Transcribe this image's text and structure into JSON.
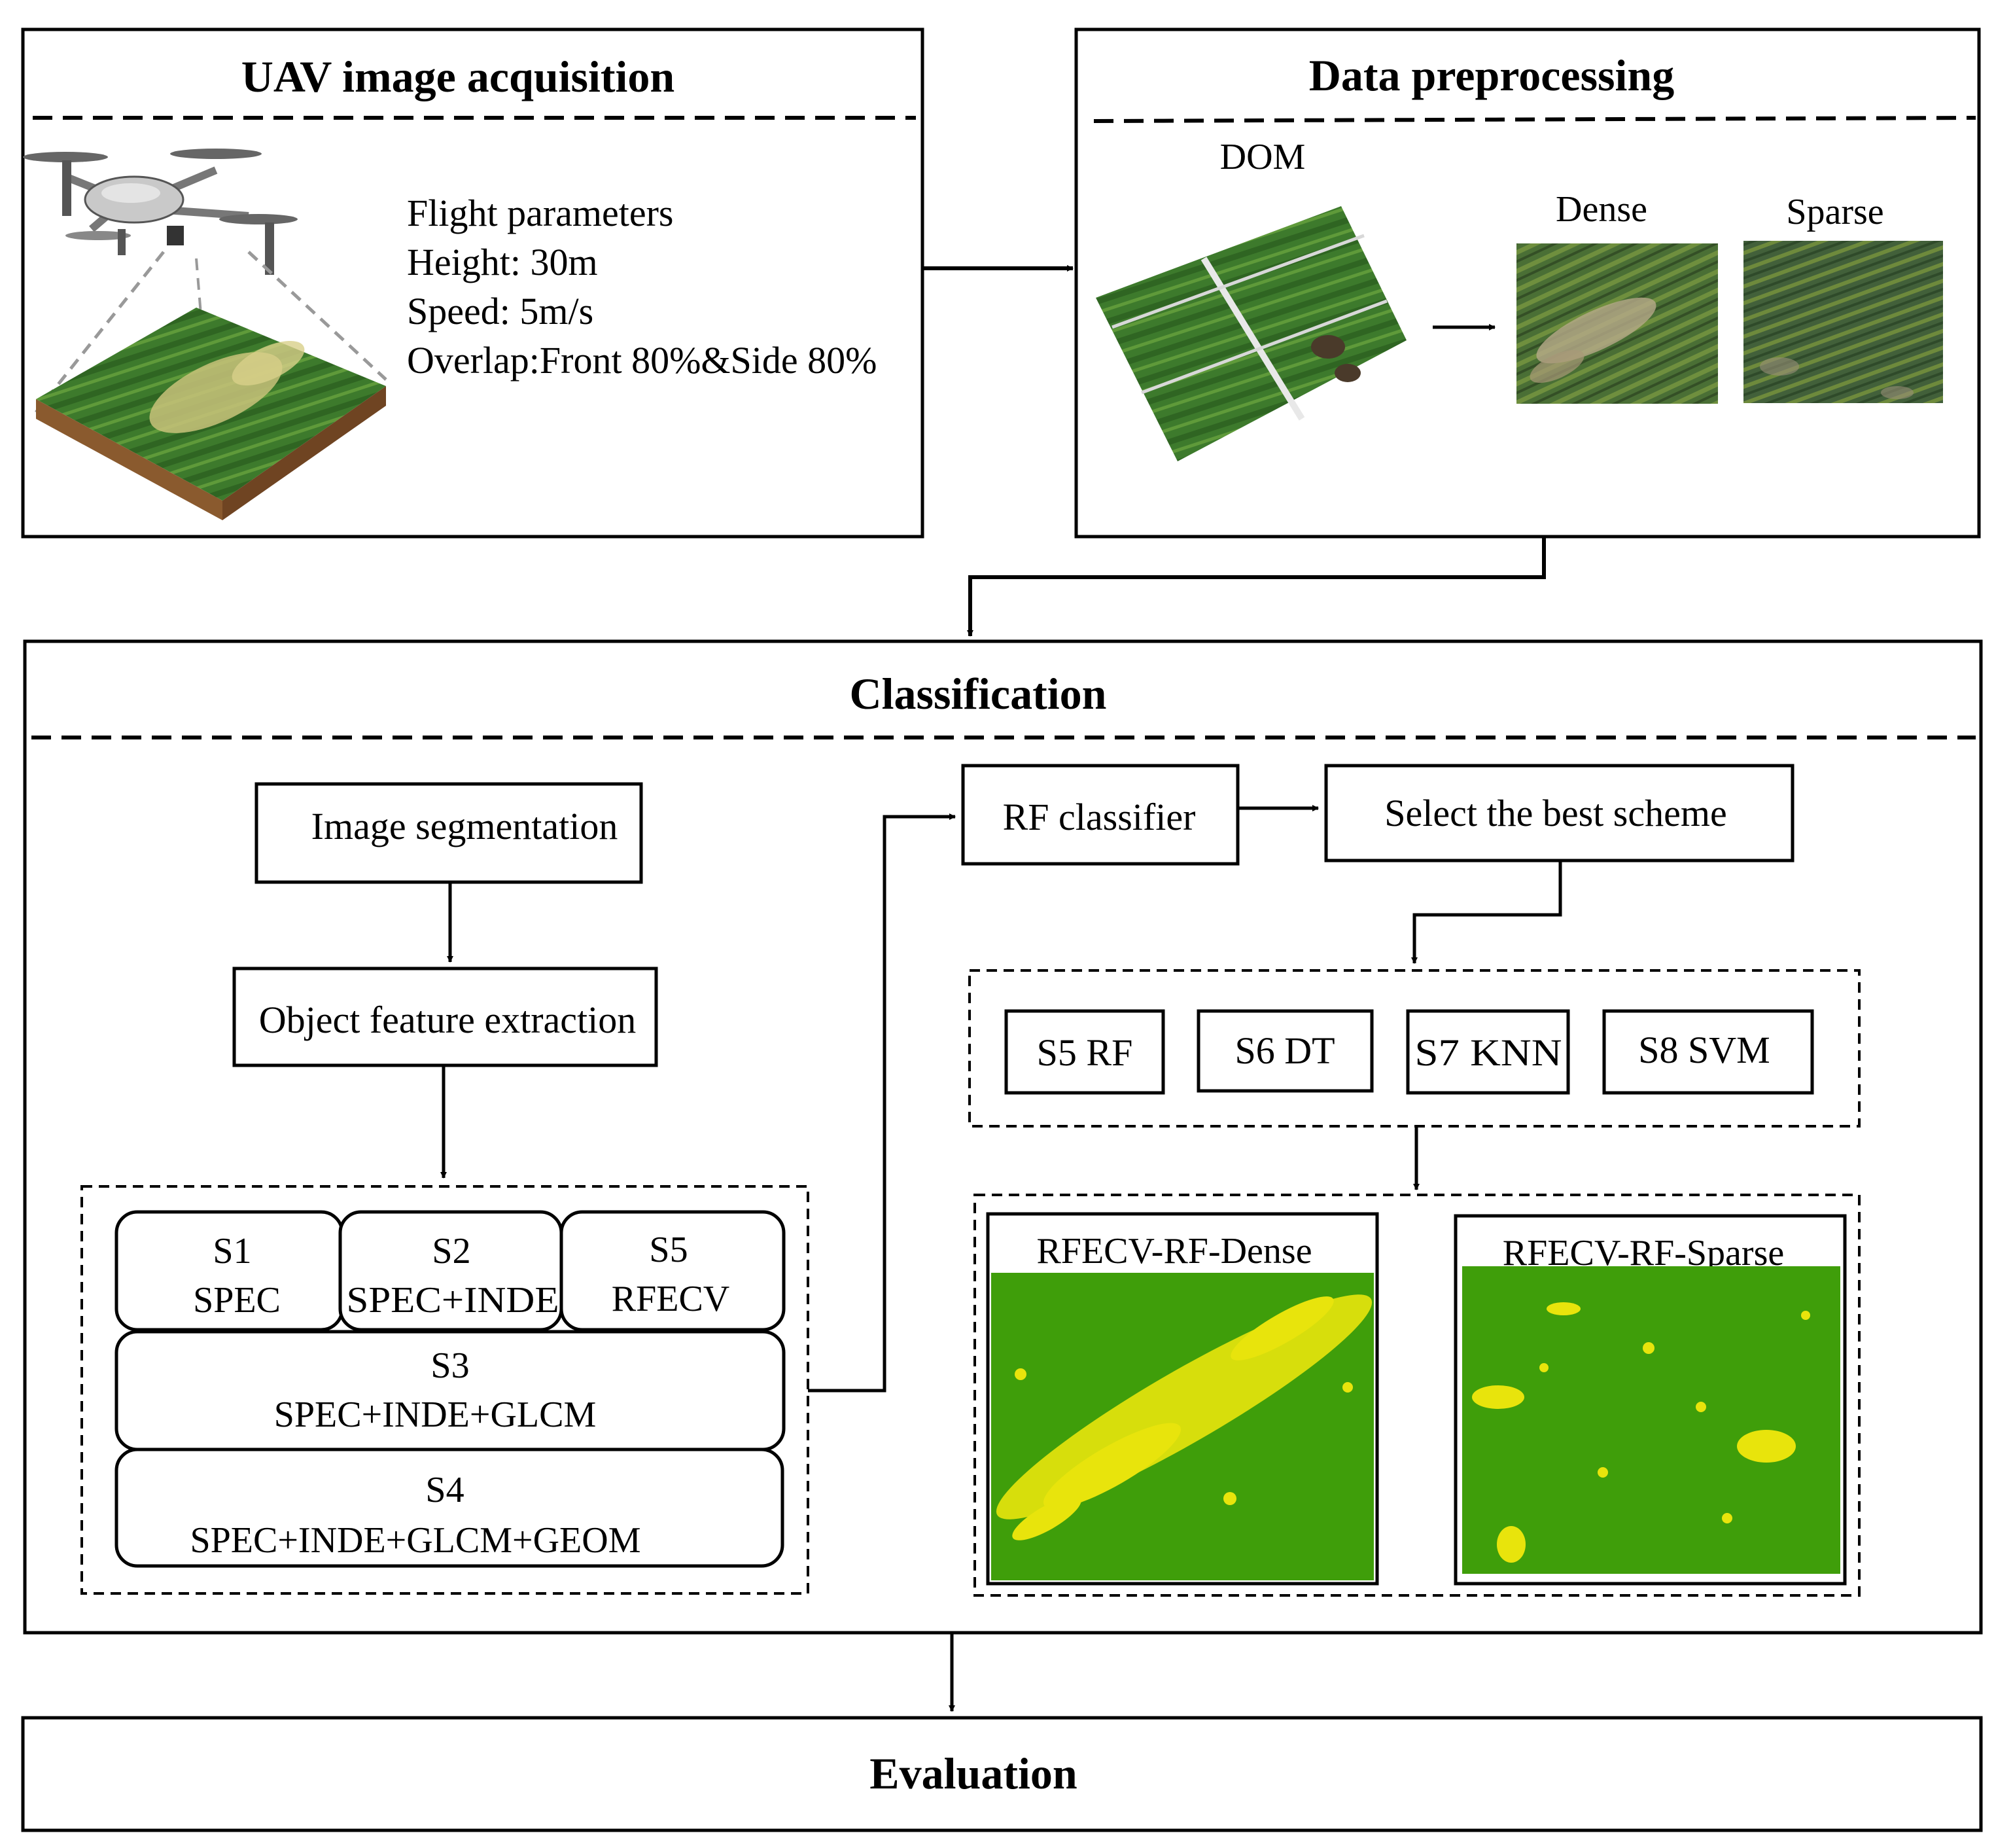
{
  "uav": {
    "title": "UAV image acquisition",
    "params": [
      "Flight parameters",
      "Height: 30m",
      "Speed: 5m/s",
      "Overlap:Front 80%&Side 80%"
    ]
  },
  "preprocessing": {
    "title": "Data preprocessing",
    "dom_label": "DOM",
    "dense_label": "Dense",
    "sparse_label": "Sparse"
  },
  "classification": {
    "title": "Classification",
    "segmentation": "Image segmentation",
    "feature_extraction": "Object feature extraction",
    "schemes": {
      "s1": {
        "id": "S1",
        "name": "SPEC"
      },
      "s2": {
        "id": "S2",
        "name": "SPEC+INDE"
      },
      "s5": {
        "id": "S5",
        "name": "RFECV"
      },
      "s3": {
        "id": "S3",
        "name": "SPEC+INDE+GLCM"
      },
      "s4": {
        "id": "S4",
        "name": "SPEC+INDE+GLCM+GEOM"
      }
    },
    "rf_classifier": "RF classifier",
    "select_best": "Select the best scheme",
    "models": [
      "S5 RF",
      "S6 DT",
      "S7 KNN",
      "S8 SVM"
    ],
    "result_dense_label": "RFECV-RF-Dense",
    "result_sparse_label": "RFECV-RF-Sparse"
  },
  "evaluation": {
    "title": "Evaluation"
  },
  "colors": {
    "line": "#000000",
    "crop_green": "#3f9e0a",
    "crop_yellow": "#e8e40c",
    "field_green": "#3d7a2c",
    "soil": "#9c6a3a"
  }
}
